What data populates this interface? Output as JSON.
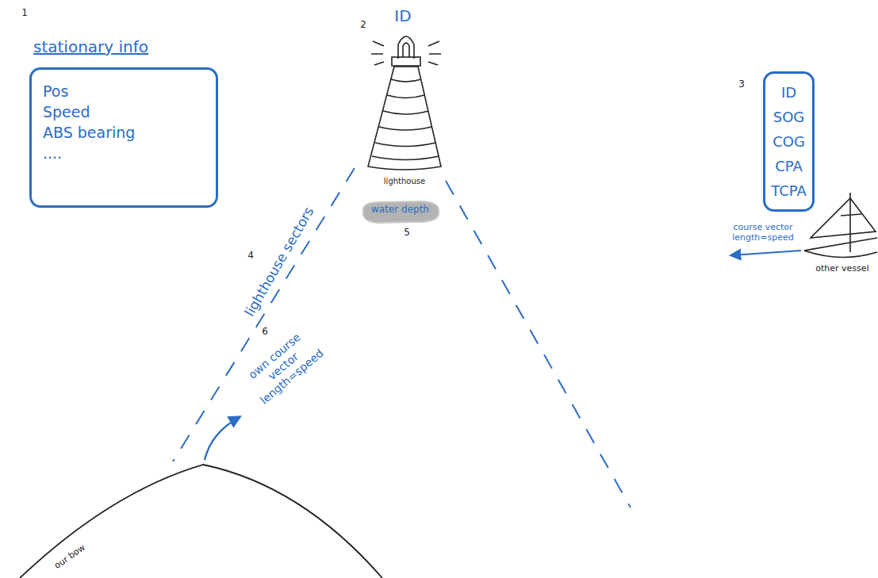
{
  "diagram": {
    "nodes": [
      {
        "text": [
          "stationary info",
          "Pos",
          "Speed",
          "ABS bearing",
          "...."
        ]
      },
      {
        "text": [
          "ID",
          "SOG",
          "COG",
          "CPA",
          "TCPA"
        ]
      },
      {
        "text": [
          "water depth"
        ]
      }
    ],
    "labels": [
      "1",
      "2",
      "ID",
      "3",
      "lighthouse",
      "5",
      "4",
      "lighthouse sectors",
      "6",
      "own course vector length=speed",
      "course vector length=speed",
      "other vessel",
      "our bow"
    ]
  }
}
